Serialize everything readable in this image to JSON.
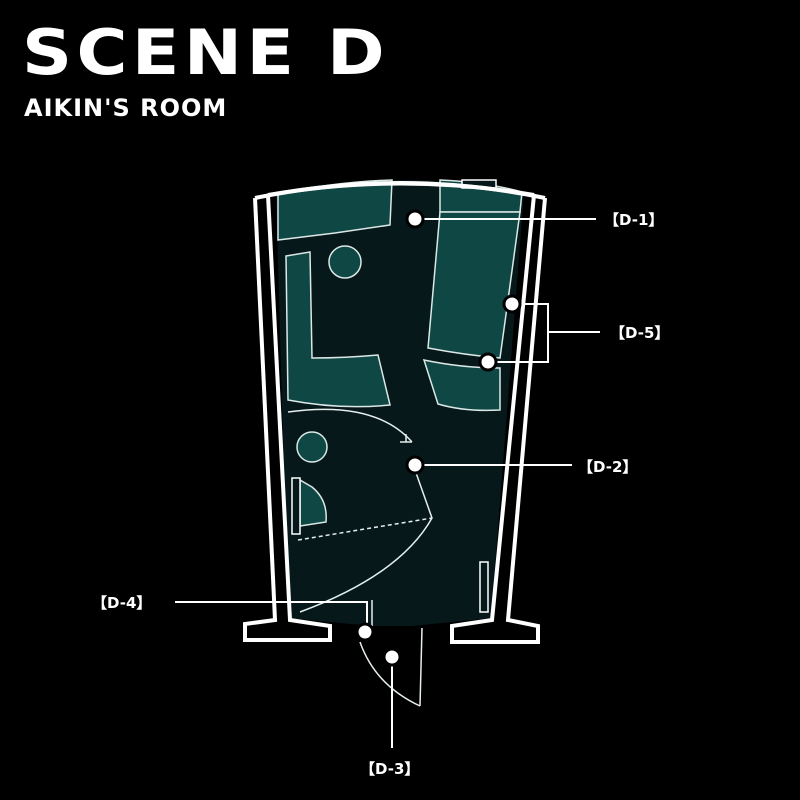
{
  "scene": {
    "title": "SCENE D",
    "subtitle": "AIKIN'S ROOM"
  },
  "map": {
    "colors": {
      "background": "#000000",
      "floor": "#06181a",
      "furniture": "#0f4745",
      "wall": "#ffffff"
    },
    "markers": [
      {
        "id": "D-1",
        "label": "【D-1】"
      },
      {
        "id": "D-5",
        "label": "【D-5】"
      },
      {
        "id": "D-2",
        "label": "【D-2】"
      },
      {
        "id": "D-4",
        "label": "【D-4】"
      },
      {
        "id": "D-3",
        "label": "【D-3】"
      }
    ]
  }
}
